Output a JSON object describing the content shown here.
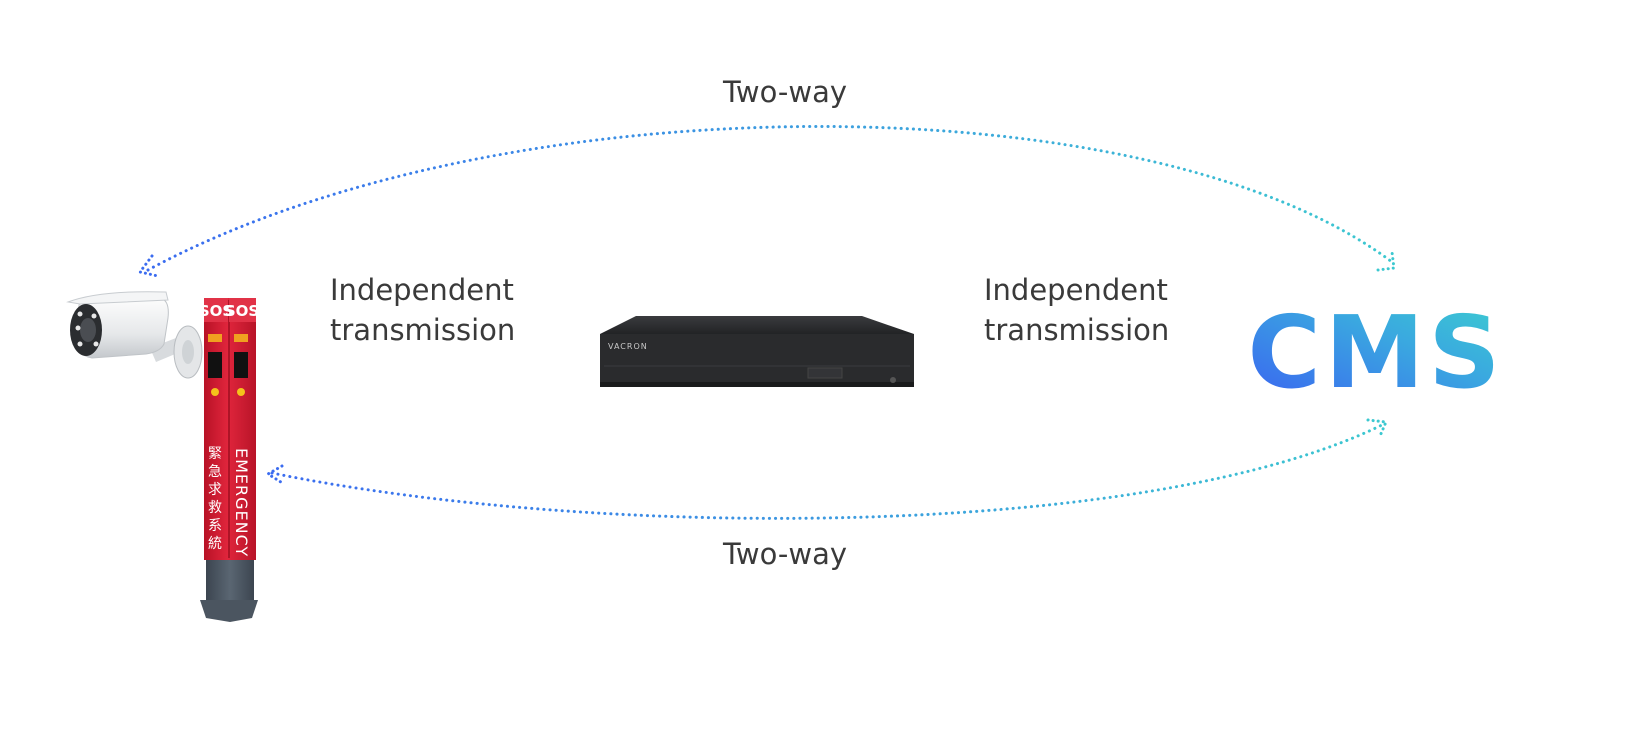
{
  "labels": {
    "two_way_top": "Two-way",
    "two_way_bottom": "Two-way",
    "left_link_line1": "Independent",
    "left_link_line2": "transmission",
    "right_link_line1": "Independent",
    "right_link_line2": "transmission"
  },
  "cms": {
    "text": "CMS"
  },
  "emergency_pole": {
    "sos_left": "SOS",
    "sos_right": "SOS",
    "vertical_english": "EMERGENCY",
    "vertical_chinese": [
      "緊",
      "急",
      "求",
      "救",
      "系",
      "統"
    ]
  },
  "recorder": {
    "brand": "VACRON"
  },
  "colors": {
    "gradient_blue": "#3b6cf0",
    "gradient_teal": "#3cc8d0",
    "label_text": "#3a3a3a",
    "pole_red": "#d41f35",
    "pole_base": "#4f5a66",
    "recorder_body": "#2a2b2d"
  },
  "icons": {
    "camera": "cctv-camera-icon",
    "pole": "emergency-sos-pole",
    "recorder": "nvr-recorder-icon"
  }
}
